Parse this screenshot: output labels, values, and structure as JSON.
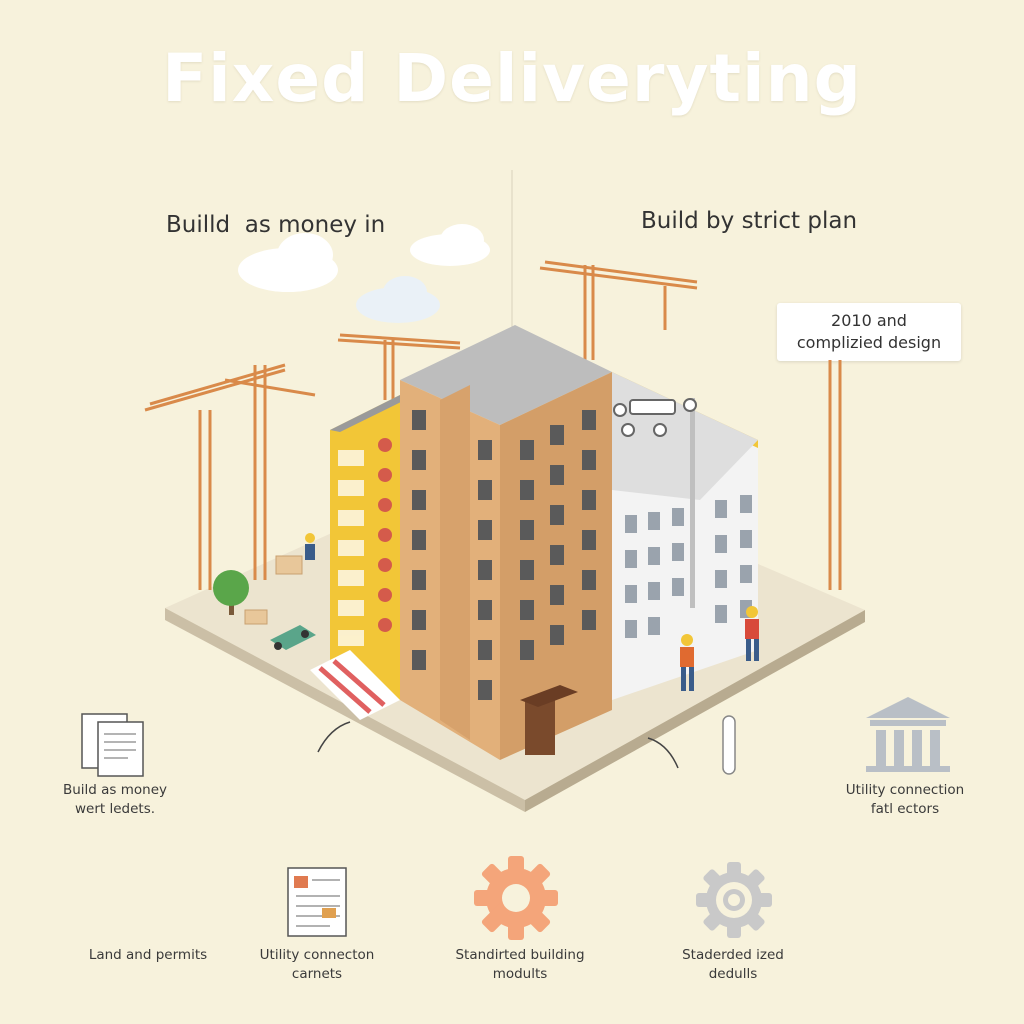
{
  "title": "Fixed Deliveryting",
  "headings": {
    "left": "Builld  as money in",
    "right": "Build by strict plan"
  },
  "callout": {
    "line1": "2010 and",
    "line2": "complizied design"
  },
  "side_labels": {
    "left": {
      "line1": "Build as money",
      "line2": "wert ledets."
    },
    "right": {
      "line1": "Utility connection",
      "line2": "fatl ectors"
    }
  },
  "bottom_items": [
    {
      "line1": "Land and permits",
      "line2": "",
      "icon": "none"
    },
    {
      "line1": "Utility connecton",
      "line2": "carnets",
      "icon": "document-icon"
    },
    {
      "line1": "Standirted building",
      "line2": "modults",
      "icon": "gear-icon"
    },
    {
      "line1": "Staderded ized",
      "line2": "dedulls",
      "icon": "gear-outline-icon"
    }
  ],
  "colors": {
    "background": "#f7f2dc",
    "crane": "#d98a4a",
    "tower": "#e2b07a",
    "yellow_building": "#f2c637",
    "white_building": "#f3f3f3",
    "gear_orange": "#f4a57a",
    "gear_gray": "#c9c9c9"
  }
}
